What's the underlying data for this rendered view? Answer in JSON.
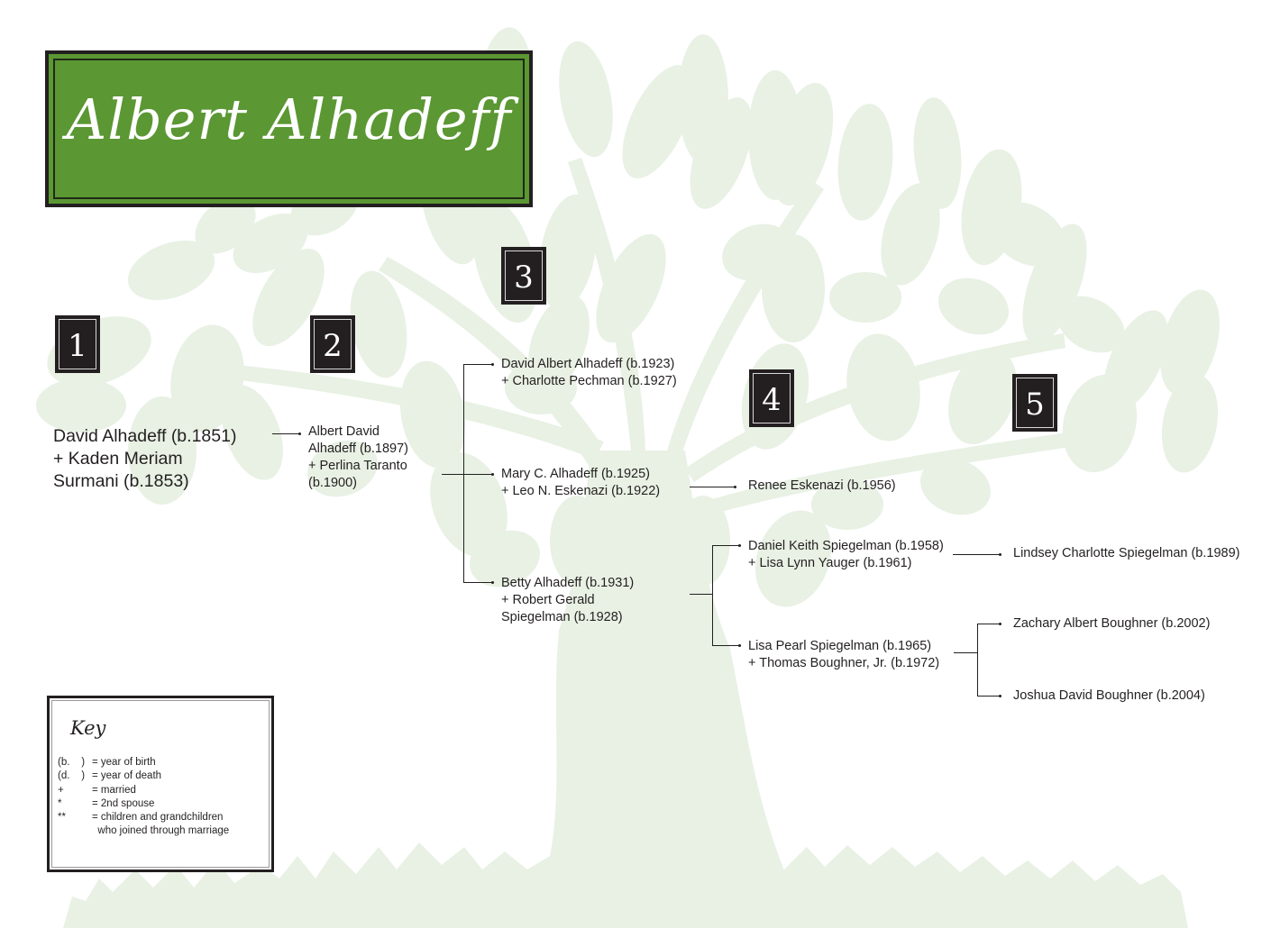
{
  "title": "Albert Alhadeff",
  "colors": {
    "title_bg": "#5b9733",
    "title_border": "#231f20",
    "badge_bg": "#231f20",
    "tree_tint": "#e8f1e4",
    "text": "#231f20"
  },
  "generations": [
    {
      "number": "1"
    },
    {
      "number": "2"
    },
    {
      "number": "3"
    },
    {
      "number": "4"
    },
    {
      "number": "5"
    }
  ],
  "people": {
    "gen1": {
      "lines": [
        "David Alhadeff (b.1851)",
        "+ Kaden Meriam",
        "Surmani (b.1853)"
      ]
    },
    "gen2": {
      "lines": [
        "Albert David",
        "Alhadeff (b.1897)",
        "+ Perlina Taranto",
        "(b.1900)"
      ]
    },
    "gen3_david": {
      "lines": [
        "David Albert Alhadeff (b.1923)",
        "+ Charlotte Pechman (b.1927)"
      ]
    },
    "gen3_mary": {
      "lines": [
        "Mary C. Alhadeff (b.1925)",
        "+ Leo N. Eskenazi (b.1922)"
      ]
    },
    "gen3_betty": {
      "lines": [
        "Betty Alhadeff (b.1931)",
        "+ Robert Gerald",
        "Spiegelman (b.1928)"
      ]
    },
    "gen4_renee": {
      "lines": [
        "Renee Eskenazi (b.1956)"
      ]
    },
    "gen4_daniel": {
      "lines": [
        "Daniel Keith Spiegelman (b.1958)",
        "+ Lisa Lynn Yauger (b.1961)"
      ]
    },
    "gen4_lisa": {
      "lines": [
        "Lisa Pearl Spiegelman (b.1965)",
        "+ Thomas Boughner, Jr. (b.1972)"
      ]
    },
    "gen5_lindsey": {
      "lines": [
        "Lindsey Charlotte Spiegelman (b.1989)"
      ]
    },
    "gen5_zachary": {
      "lines": [
        "Zachary Albert Boughner (b.2002)"
      ]
    },
    "gen5_joshua": {
      "lines": [
        "Joshua David Boughner (b.2004)"
      ]
    }
  },
  "key": {
    "title": "Key",
    "rows": [
      {
        "symbol": "(b.    )",
        "definition": "= year of birth"
      },
      {
        "symbol": "(d.    )",
        "definition": "= year of death"
      },
      {
        "symbol": "+",
        "definition": "= married"
      },
      {
        "symbol": "*",
        "definition": "= 2nd spouse"
      },
      {
        "symbol": "**",
        "definition": "= children and grandchildren"
      },
      {
        "symbol": "",
        "definition": "  who joined through marriage"
      }
    ]
  }
}
